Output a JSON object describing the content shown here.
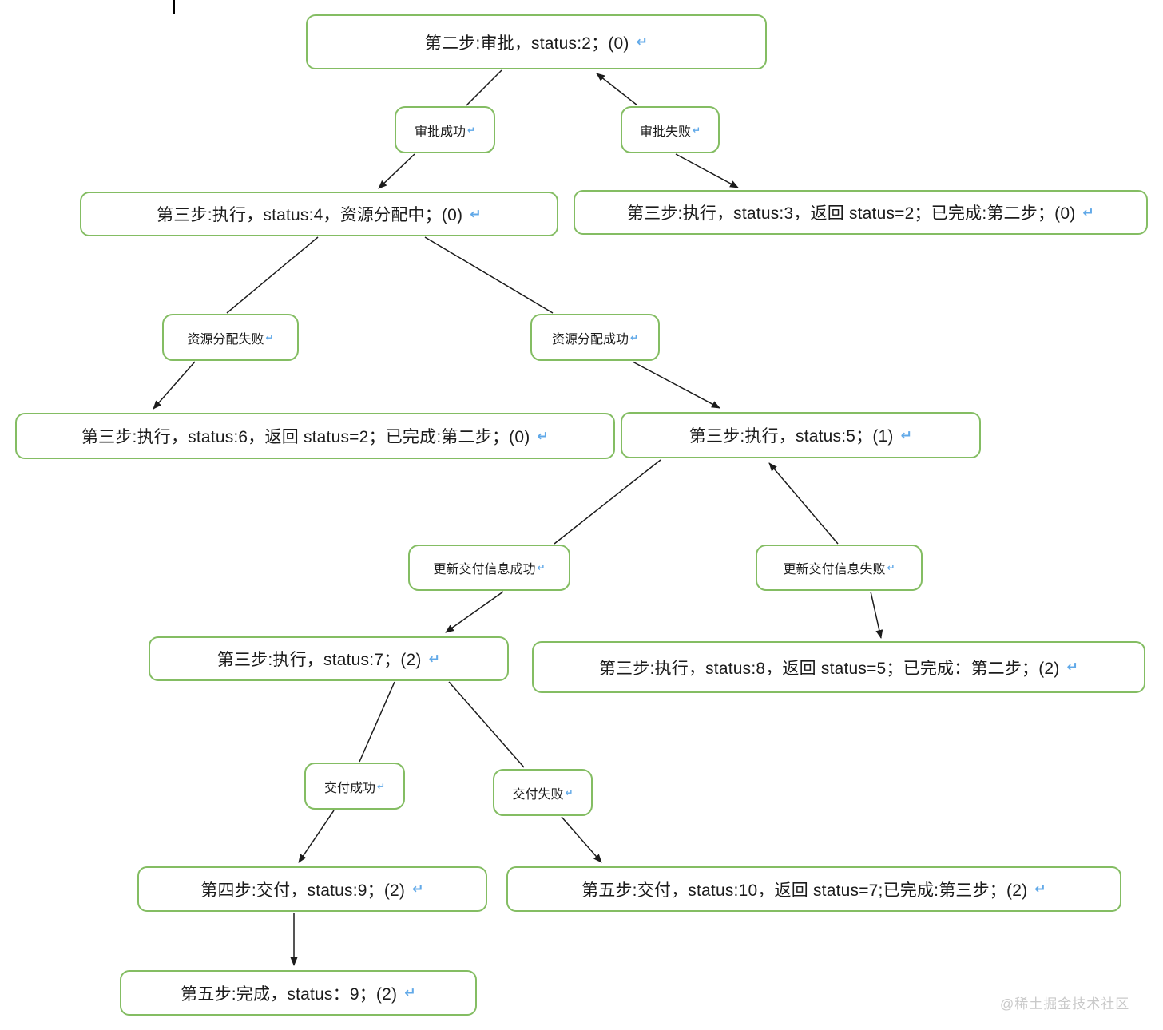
{
  "page": {
    "watermark": "@稀土掘金技术社区"
  },
  "marks": {
    "return": "↵"
  },
  "colors": {
    "node_border_green": "#84bd63",
    "return_mark_blue": "#61a9e8",
    "edge_black": "#1c1c1c",
    "watermark_gray": "#c9c9c9"
  },
  "nodes": {
    "step2": {
      "label": "第二步:审批，status:2；(0)"
    },
    "approveOk": {
      "label": "审批成功"
    },
    "approveFail": {
      "label": "审批失败"
    },
    "step3s4": {
      "label": "第三步:执行，status:4，资源分配中；(0)"
    },
    "step3s3": {
      "label": "第三步:执行，status:3，返回 status=2；已完成:第二步；(0)"
    },
    "allocFail": {
      "label": "资源分配失败"
    },
    "allocOk": {
      "label": "资源分配成功"
    },
    "step3s6": {
      "label": "第三步:执行，status:6，返回 status=2；已完成:第二步；(0)"
    },
    "step3s5": {
      "label": "第三步:执行，status:5；(1)"
    },
    "updateOk": {
      "label": "更新交付信息成功"
    },
    "updateFail": {
      "label": "更新交付信息失败"
    },
    "step3s7": {
      "label": "第三步:执行，status:7；(2)"
    },
    "step3s8": {
      "label": "第三步:执行，status:8，返回 status=5；已完成：第二步；(2)"
    },
    "deliverOk": {
      "label": "交付成功"
    },
    "deliverFail": {
      "label": "交付失败"
    },
    "step4s9": {
      "label": "第四步:交付，status:9；(2)"
    },
    "step5s10": {
      "label": "第五步:交付，status:10，返回 status=7;已完成:第三步；(2)"
    },
    "step5done": {
      "label": "第五步:完成，status：9；(2)"
    }
  }
}
